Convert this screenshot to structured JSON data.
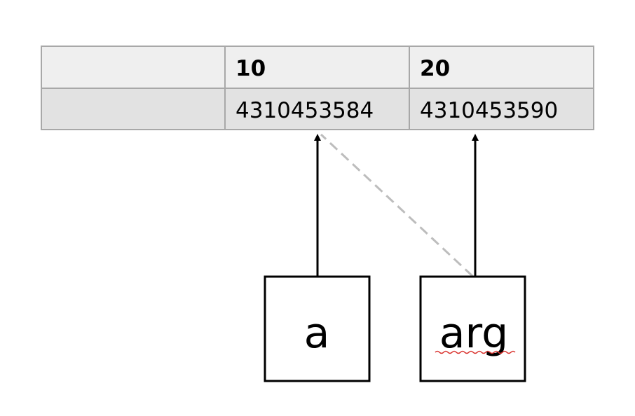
{
  "memory_table": {
    "header_row": [
      "",
      "10",
      "20"
    ],
    "address_row": [
      "",
      "4310453584",
      "4310453590"
    ]
  },
  "variables": [
    {
      "name": "a",
      "points_to": "4310453584"
    },
    {
      "name": "arg",
      "points_to": "4310453590",
      "previously_pointed_to": "4310453584"
    }
  ],
  "colors": {
    "header_fill": "#efefef",
    "address_fill": "#e2e2e2",
    "grid_stroke": "#a8a8a8",
    "pointer": "#000000",
    "old_pointer_dashed": "#bdbdbd",
    "spellcheck_underline": "#d9302c"
  }
}
